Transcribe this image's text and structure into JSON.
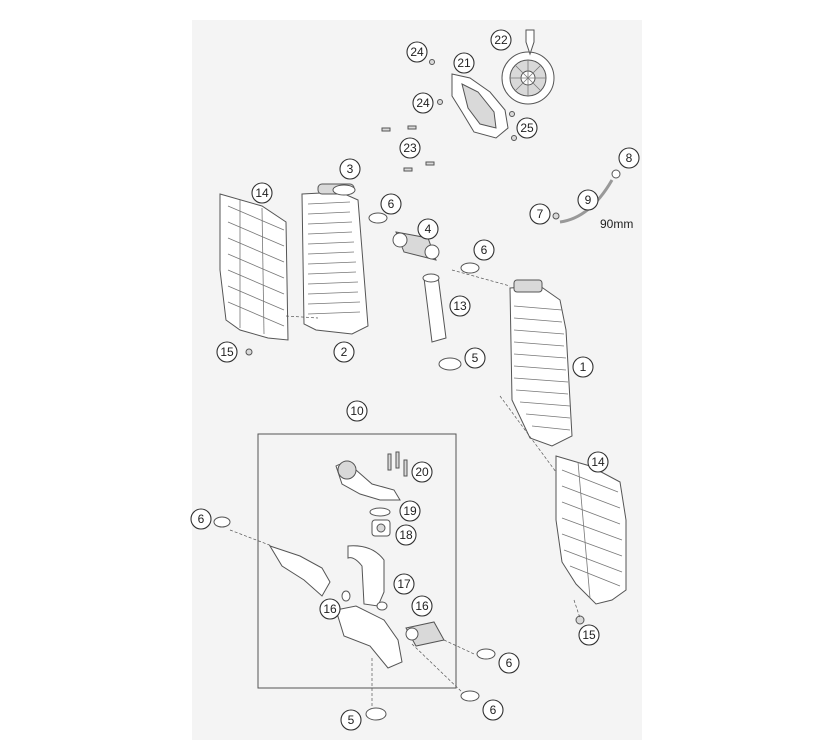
{
  "callouts": {
    "c1": "1",
    "c2": "2",
    "c3": "3",
    "c4": "4",
    "c5a": "5",
    "c5b": "5",
    "c6a": "6",
    "c6b": "6",
    "c6c": "6",
    "c6d": "6",
    "c6e": "6",
    "c7": "7",
    "c8": "8",
    "c9": "9",
    "c10": "10",
    "c13": "13",
    "c14a": "14",
    "c14b": "14",
    "c15a": "15",
    "c15b": "15",
    "c16a": "16",
    "c16b": "16",
    "c17": "17",
    "c18": "18",
    "c19": "19",
    "c20": "20",
    "c21": "21",
    "c22": "22",
    "c23": "23",
    "c24a": "24",
    "c24b": "24",
    "c25": "25"
  },
  "hose_length_label": "90mm"
}
